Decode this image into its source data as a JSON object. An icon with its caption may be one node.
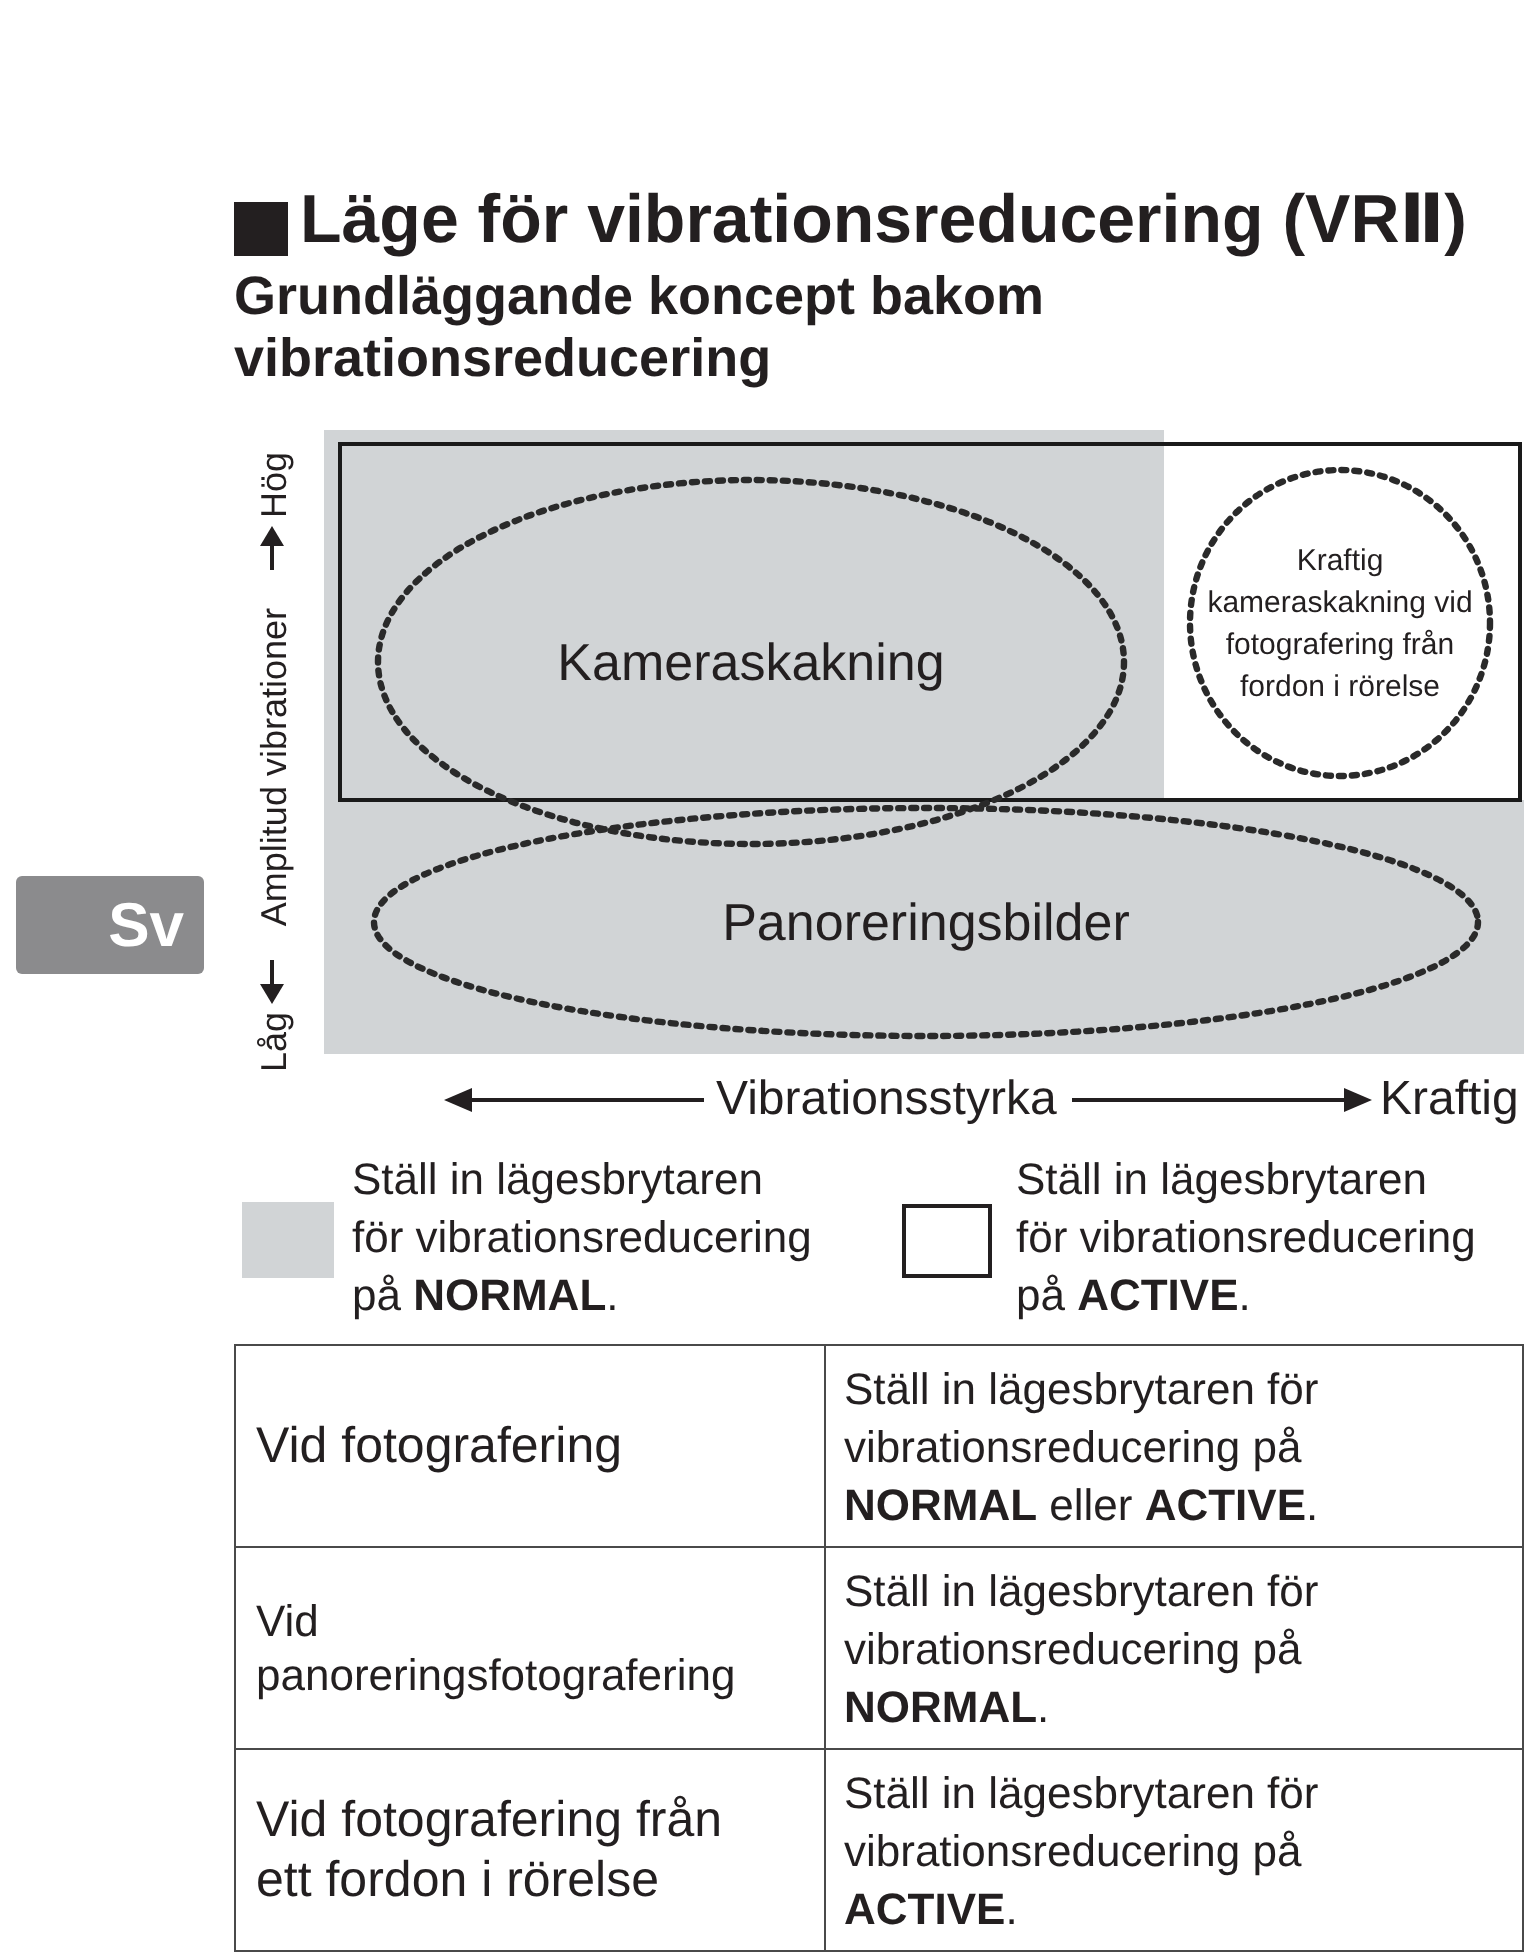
{
  "diagram": {
    "title": "Läge för vibrationsreducering (VRⅡ)",
    "nodes": [
      {
        "text": [
          "Kameraskakning"
        ]
      },
      {
        "text": [
          "Kraftig kameraskakning vid fotografering från fordon i rörelse"
        ]
      },
      {
        "text": [
          "Sv"
        ]
      },
      {
        "text": [
          "Panoreringsbilder"
        ]
      }
    ],
    "labels": [
      "Grundläggande koncept bakom vibrationsreducering",
      "Hög",
      "Amplitud vibrationer",
      "Låg",
      "Vibrationsstyrka",
      "Kraftig",
      "Vid fotografering",
      "Ställ in lägesbrytaren för vibrationsreducering på **NORMAL** eller **ACTIVE**.",
      "Vid panoreringsfotografering",
      "Ställ in lägesbrytaren för vibrationsreducering på **NORMAL**.",
      "Vid fotografering från ett fordon i rörelse",
      "Ställ in lägesbrytaren för vibrationsreducering på **ACTIVE**."
    ],
    "legend": [
      {
        "text": "Ställ in lägesbrytaren för vibrationsreducering på **NORMAL**.",
        "color": "#d1d4d6"
      },
      {
        "text": "Ställ in lägesbrytaren för vibrationsreducering på **ACTIVE**."
      }
    ]
  }
}
